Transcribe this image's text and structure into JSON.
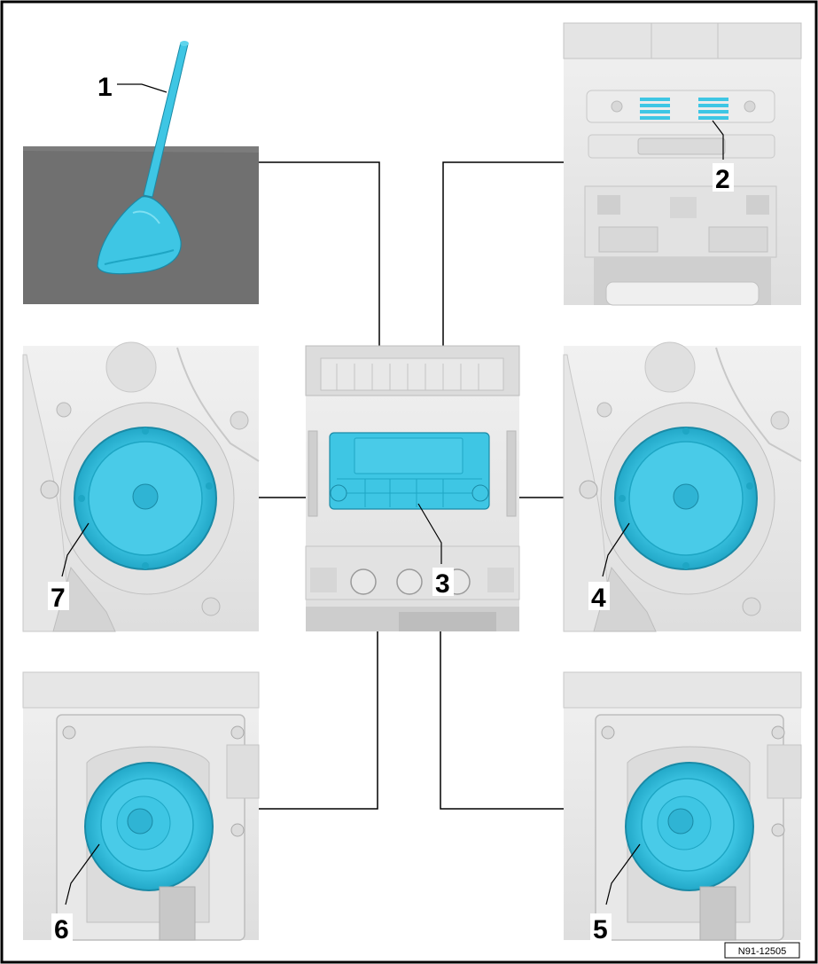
{
  "diagram": {
    "reference_code": "N91-12505",
    "callouts": [
      "1",
      "2",
      "3",
      "4",
      "5",
      "6",
      "7"
    ],
    "components": [
      {
        "callout": "1",
        "panel": "roof-antenna"
      },
      {
        "callout": "2",
        "panel": "dash-vent-center"
      },
      {
        "callout": "3",
        "panel": "radio-head-unit"
      },
      {
        "callout": "4",
        "panel": "right-front-speaker"
      },
      {
        "callout": "5",
        "panel": "right-rear-speaker"
      },
      {
        "callout": "6",
        "panel": "left-rear-speaker"
      },
      {
        "callout": "7",
        "panel": "left-front-speaker"
      }
    ],
    "colors": {
      "highlight": "#3ec6e4",
      "highlight_dark": "#1ea6c4",
      "interior_light": "#eeeeee",
      "interior_mid": "#d6d6d6",
      "roof": "#707070",
      "frame": "#000000"
    }
  }
}
